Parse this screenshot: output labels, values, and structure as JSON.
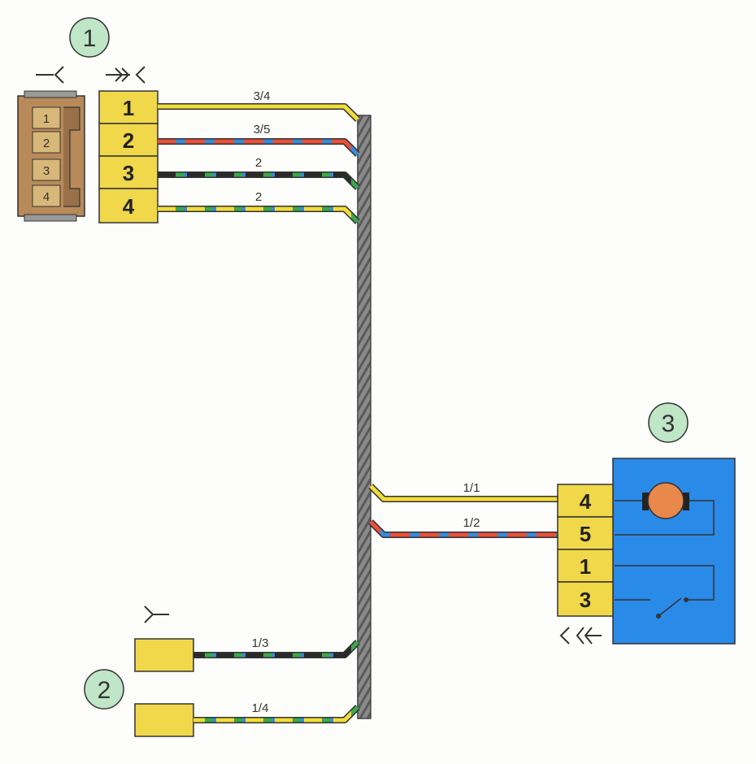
{
  "colors": {
    "yellow": "#f2dc3a",
    "red": "#e8503a",
    "blue": "#3a8ad8",
    "black": "#2a2a2a",
    "green": "#3aa84a",
    "connector_fill": "#f0d84a",
    "socket_fill": "#b88a5a",
    "socket_pin_fill": "#d8b878",
    "motor_body": "#2a8ae8",
    "motor_rotor": "#e8884a",
    "callout_fill": "#bfe6c6",
    "harness": "#777777"
  },
  "callouts": {
    "c1": "1",
    "c2": "2",
    "c3": "3"
  },
  "connector1": {
    "socket_pins": [
      "1",
      "2",
      "3",
      "4"
    ],
    "plug_pins": [
      "1",
      "2",
      "3",
      "4"
    ]
  },
  "connector3": {
    "pins": [
      "4",
      "5",
      "1",
      "3"
    ]
  },
  "wires": {
    "w1": "3/4",
    "w2": "3/5",
    "w3": "2",
    "w4": "2",
    "w5": "1/1",
    "w6": "1/2",
    "w7": "1/3",
    "w8": "1/4"
  }
}
